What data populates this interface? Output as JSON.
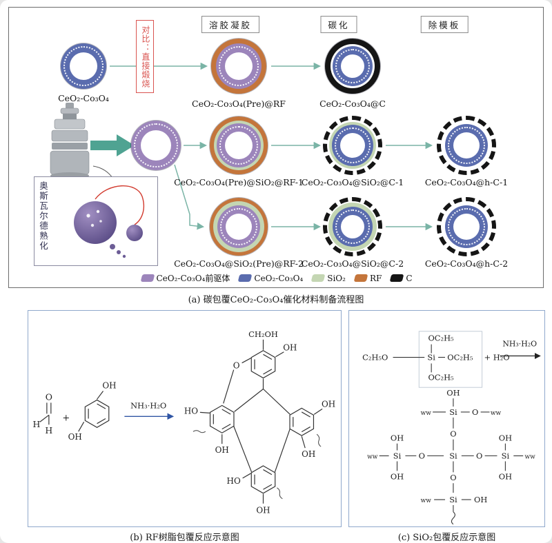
{
  "panel_a": {
    "caption": "(a) 碳包覆CeO₂-Co₃O₄催化材料制备流程图",
    "stages": [
      "溶胶凝胶",
      "碳化",
      "除模板"
    ],
    "comparison_note": "对比：直接煅烧",
    "ostwald_note": "奥斯瓦尔德熟化",
    "materials": {
      "row1": [
        "CeO₂-Co₃O₄",
        "CeO₂-Co₃O₄(Pre)@RF",
        "CeO₂-Co₃O₄@C"
      ],
      "row2": [
        "CeO₂-Co₃O₄(Pre)@SiO₂@RF-1",
        "CeO₂-Co₃O₄@SiO₂@C-1",
        "CeO₂-Co₃O₄@h-C-1"
      ],
      "row3": [
        "CeO₂-Co₃O₄@SiO₂(Pre)@RF-2",
        "CeO₂-Co₃O₄@SiO₂@C-2",
        "CeO₂-Co₃O₄@h-C-2"
      ]
    },
    "legend": [
      {
        "label": "CeO₂-Co₃O₄前驱体",
        "color": "#9c85bb"
      },
      {
        "label": "CeO₂-Co₃O₄",
        "color": "#5a6cae"
      },
      {
        "label": "SiO₂",
        "color": "#c4d6b3"
      },
      {
        "label": "RF",
        "color": "#c4753b"
      },
      {
        "label": "C",
        "color": "#151515"
      }
    ],
    "colors": {
      "precursor_purple": "#9c85bb",
      "oxide_blue": "#5a6cae",
      "silica_green": "#c4d6b3",
      "rf_orange": "#c4753b",
      "carbon_black": "#151515",
      "arrow_teal": "#4fa392"
    }
  },
  "panel_b": {
    "caption": "(b) RF树脂包覆反应示意图",
    "reagent_label": "NH₃·H₂O",
    "plus": "+",
    "tokens": {
      "o": "O",
      "h": "H",
      "oh": "OH",
      "ho": "HO",
      "ch2oh": "CH₂OH"
    }
  },
  "panel_c": {
    "caption": "(c) SiO₂包覆反应示意图",
    "reagent_label": "NH₃·H₂O",
    "plus_h2o": "+ H₂O",
    "tokens": {
      "si": "Si",
      "o": "O",
      "oh": "OH",
      "oc2h5": "OC₂H₅",
      "c2h5o": "C₂H₅O",
      "ww": "ww"
    }
  }
}
